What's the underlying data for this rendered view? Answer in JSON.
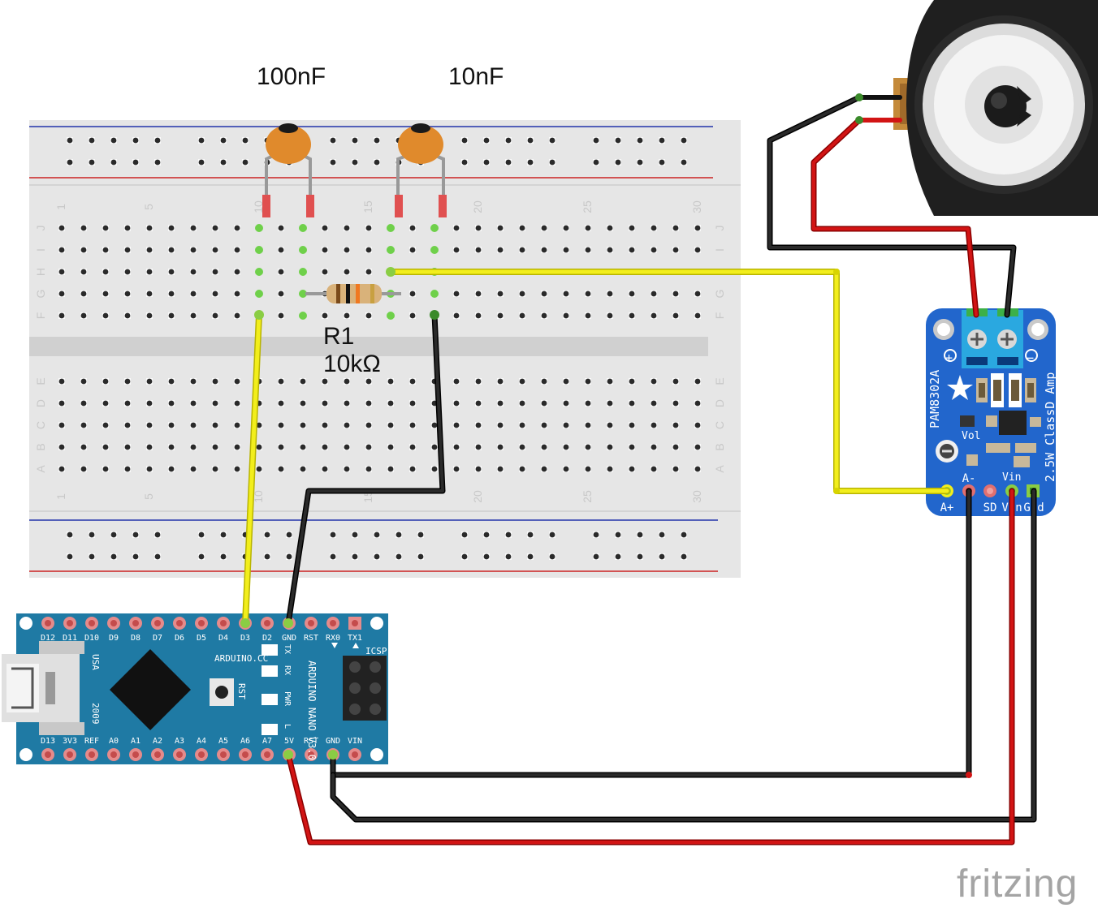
{
  "labels": {
    "cap1": "100nF",
    "cap2": "10nF",
    "resistor_name": "R1",
    "resistor_value": "10kΩ",
    "brand": "fritzing"
  },
  "breadboard": {
    "row_letters_top": [
      "J",
      "I",
      "H",
      "G",
      "F"
    ],
    "row_letters_bottom": [
      "E",
      "D",
      "C",
      "B",
      "A"
    ],
    "column_numbers": [
      "1",
      "5",
      "10",
      "15",
      "20",
      "25",
      "30"
    ]
  },
  "amp": {
    "name": "PAM8302A",
    "desc": "2.5W ClassD Amp",
    "vol": "Vol",
    "vin": "Vin",
    "plus": "+",
    "minus": "−",
    "pins": [
      "A+",
      "A-",
      "SD",
      "Vin",
      "Gnd"
    ]
  },
  "nano": {
    "top_pins": [
      "D12",
      "D11",
      "D10",
      "D9",
      "D8",
      "D7",
      "D6",
      "D5",
      "D4",
      "D3",
      "D2",
      "GND",
      "RST",
      "RX0",
      "TX1"
    ],
    "bottom_pins": [
      "D13",
      "3V3",
      "REF",
      "A0",
      "A1",
      "A2",
      "A3",
      "A4",
      "A5",
      "A6",
      "A7",
      "5V",
      "RST",
      "GND",
      "VIN"
    ],
    "site": "ARDUINO.CC",
    "model": "ARDUINO NANO V3.0",
    "icsp": "ICSP",
    "usa": "USA",
    "year": "2009",
    "rst": "RST",
    "leds": [
      "TX",
      "RX",
      "PWR",
      "L"
    ]
  },
  "colors": {
    "wire_yellow": "#f2ee1c",
    "wire_black": "#1a1a1a",
    "wire_red": "#cc1111",
    "amp_board": "#2266cc",
    "nano_board": "#1f7aa4",
    "breadboard": "#e6e6e6",
    "cap": "#e08a2c"
  }
}
